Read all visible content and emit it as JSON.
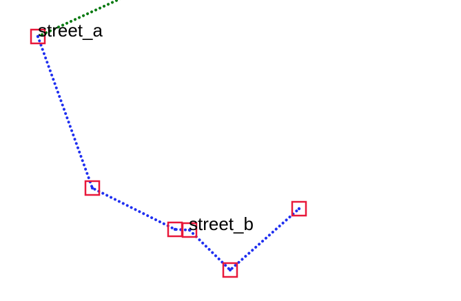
{
  "labels": {
    "street_a": "street_a",
    "street_b": "street_b"
  },
  "colors": {
    "background": "#ffffff",
    "street_a_line": "#0a7a12",
    "street_b_line": "#1f2ff0",
    "vertex_marker": "#e8183a",
    "vertex_dot": "#1f2ff0",
    "label_text": "#000000"
  },
  "line_style": "dotted",
  "vertex_marker_shape": "square"
}
